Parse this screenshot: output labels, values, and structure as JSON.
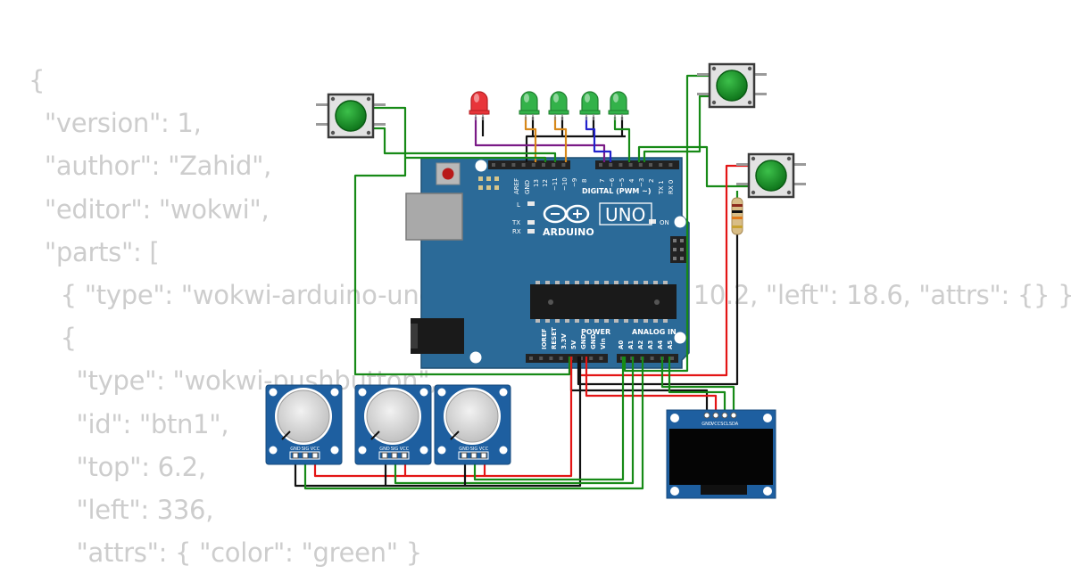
{
  "code_lines": [
    "{",
    "  \"version\": 1,",
    "  \"author\": \"Zahid\",",
    "  \"editor\": \"wokwi\",",
    "  \"parts\": [",
    "    { \"type\": \"wokwi-arduino-uno\", \"id\": \"uno\", \"top\": 10.2, \"left\": 18.6, \"attrs\": {} },",
    "    {",
    "      \"type\": \"wokwi-pushbutton\",",
    "      \"id\": \"btn1\",",
    "      \"top\": 6.2,",
    "      \"left\": 336,",
    "      \"attrs\": { \"color\": \"green\" }"
  ],
  "arduino": {
    "brand": "ARDUINO",
    "model": "UNO",
    "digital_label": "DIGITAL (PWM ~)",
    "on_label": "ON",
    "l_label": "L",
    "tx_label": "TX",
    "rx_label": "RX",
    "power_label": "POWER",
    "analog_label": "ANALOG IN",
    "digital_pins": [
      "AREF",
      "GND",
      "13",
      "12",
      "~11",
      "~10",
      "~9",
      "8",
      "7",
      "~6",
      "~5",
      "4",
      "~3",
      "2",
      "TX 1",
      "RX 0"
    ],
    "power_pins": [
      "IOREF",
      "RESET",
      "3.3V",
      "5V",
      "GND",
      "GND",
      "Vin"
    ],
    "analog_pins": [
      "A0",
      "A1",
      "A2",
      "A3",
      "A4",
      "A5"
    ],
    "board_color": "#2b6a98"
  },
  "oled": {
    "pins": [
      "GND",
      "VCC",
      "SCL",
      "SDA"
    ]
  },
  "potentiometers": [
    {
      "pins": [
        "GND",
        "SIG",
        "VCC"
      ]
    },
    {
      "pins": [
        "GND",
        "SIG",
        "VCC"
      ]
    },
    {
      "pins": [
        "GND",
        "SIG",
        "VCC"
      ]
    }
  ],
  "leds": [
    {
      "color": "red"
    },
    {
      "color": "green"
    },
    {
      "color": "green"
    },
    {
      "color": "green"
    },
    {
      "color": "green"
    }
  ],
  "buttons": [
    {
      "color": "green"
    },
    {
      "color": "green"
    },
    {
      "color": "green"
    }
  ],
  "colors": {
    "wire_green": "#178a17",
    "wire_red": "#e31515",
    "wire_black": "#111111",
    "wire_orange": "#d7881a",
    "wire_purple": "#7a1a86",
    "wire_blue": "#2222cc",
    "code_text": "#cdcdcd"
  }
}
